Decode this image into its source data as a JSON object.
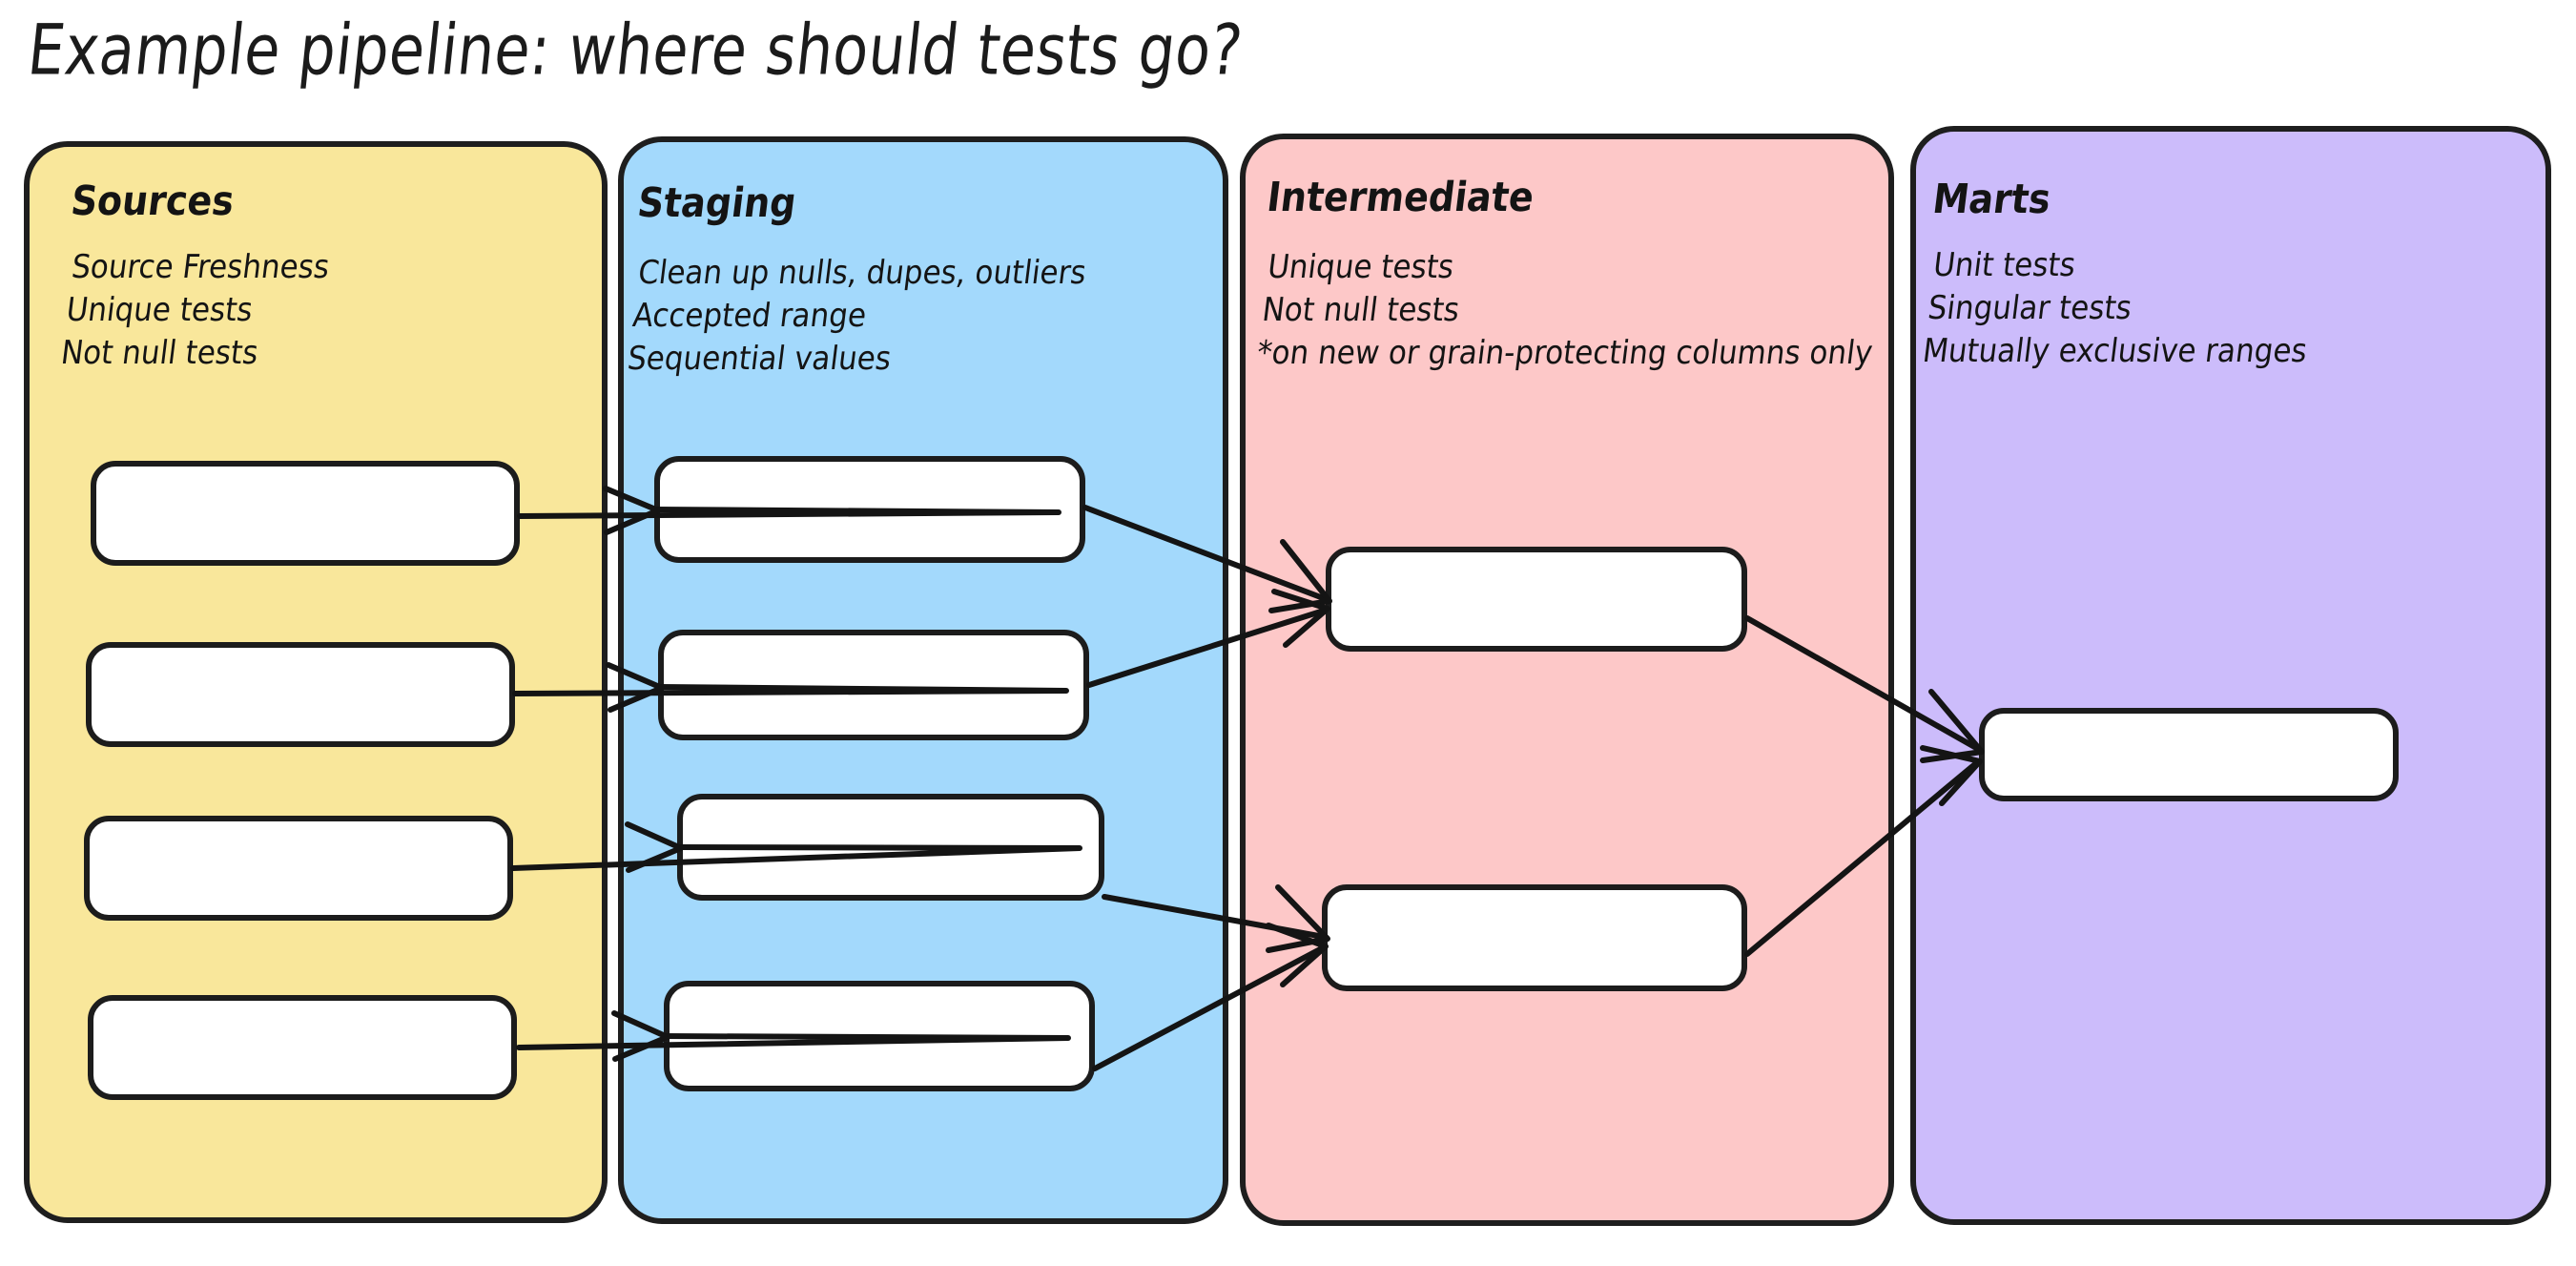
{
  "title": "Example pipeline: where should tests go?",
  "palette": {
    "sources_fill": "#F9E79B",
    "staging_fill": "#A3D9FC",
    "intermediate_fill": "#FDC8C8",
    "marts_fill": "#CCBCFB",
    "stroke": "#1c1c1c",
    "node_fill": "#FFFFFF"
  },
  "columns": [
    {
      "id": "sources",
      "heading": "Sources",
      "notes": [
        "Source Freshness",
        "Unique tests",
        "Not null tests"
      ],
      "node_count": 4
    },
    {
      "id": "staging",
      "heading": "Staging",
      "notes": [
        "Clean up nulls, dupes, outliers",
        "Accepted range",
        "Sequential values"
      ],
      "node_count": 4
    },
    {
      "id": "intermediate",
      "heading": "Intermediate",
      "notes": [
        "Unique tests",
        "Not null tests",
        "*on new or grain-protecting columns only"
      ],
      "node_count": 2
    },
    {
      "id": "marts",
      "heading": "Marts",
      "notes": [
        "Unit tests",
        "Singular tests",
        "Mutually exclusive ranges"
      ],
      "node_count": 1
    }
  ],
  "edges": [
    {
      "from": "sources-node-1",
      "to": "staging-node-1"
    },
    {
      "from": "sources-node-2",
      "to": "staging-node-2"
    },
    {
      "from": "sources-node-3",
      "to": "staging-node-3"
    },
    {
      "from": "sources-node-4",
      "to": "staging-node-4"
    },
    {
      "from": "staging-node-1",
      "to": "intermediate-node-1"
    },
    {
      "from": "staging-node-2",
      "to": "intermediate-node-1"
    },
    {
      "from": "staging-node-3",
      "to": "intermediate-node-2"
    },
    {
      "from": "staging-node-4",
      "to": "intermediate-node-2"
    },
    {
      "from": "intermediate-node-1",
      "to": "marts-node-1"
    },
    {
      "from": "intermediate-node-2",
      "to": "marts-node-1"
    }
  ]
}
